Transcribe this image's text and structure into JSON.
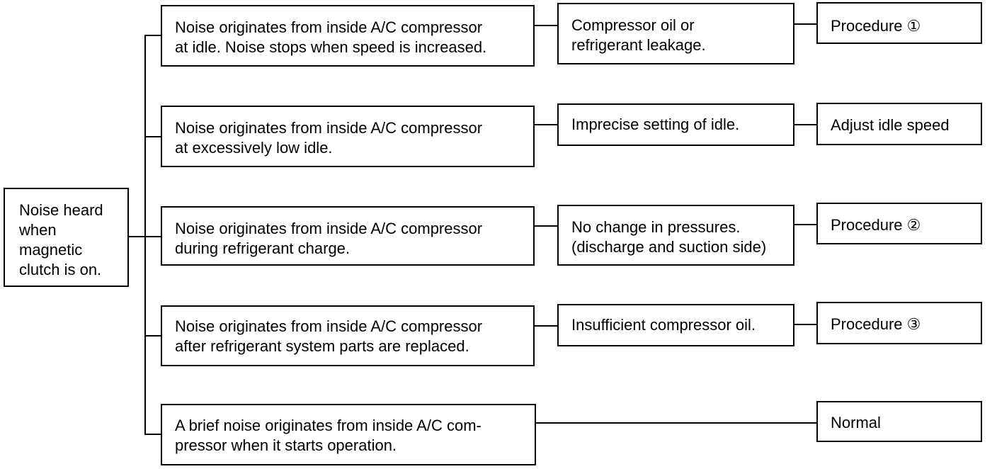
{
  "root": {
    "text": "Noise heard\nwhen\nmagnetic\nclutch is on."
  },
  "rows": [
    {
      "symptom": "Noise originates from inside A/C compressor\nat idle. Noise stops when speed is increased.",
      "cause": "Compressor oil or\nrefrigerant leakage.",
      "action": "Procedure ①"
    },
    {
      "symptom": "Noise originates from inside A/C compressor\nat excessively low idle.",
      "cause": "Imprecise setting of idle.",
      "action": "Adjust idle speed"
    },
    {
      "symptom": "Noise originates from inside A/C compressor\nduring refrigerant charge.",
      "cause": "No change in pressures.\n(discharge and suction side)",
      "action": "Procedure ②"
    },
    {
      "symptom": "Noise originates from inside A/C compressor\nafter refrigerant system parts are replaced.",
      "cause": "Insufficient compressor oil.",
      "action": "Procedure ③"
    },
    {
      "symptom": "A brief noise originates from inside A/C com-\npressor when it starts operation.",
      "cause": "",
      "action": "Normal"
    }
  ]
}
